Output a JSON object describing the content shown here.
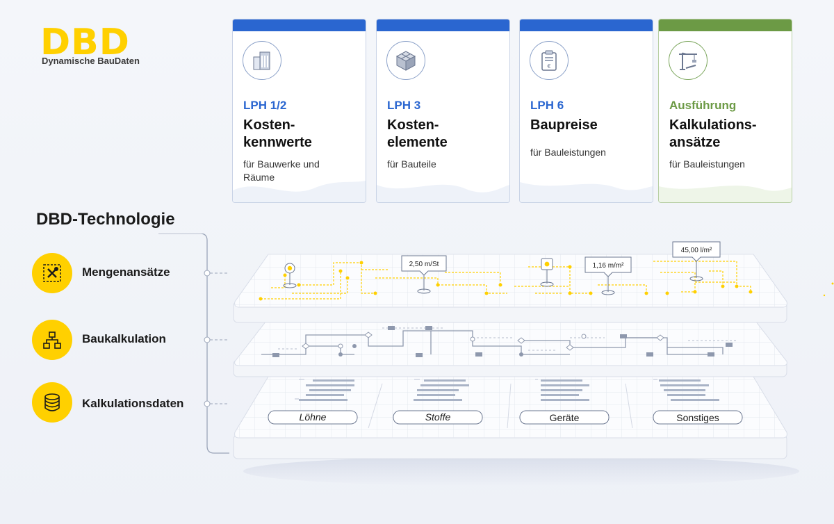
{
  "logo": {
    "mark": "DBD",
    "subtitle": "Dynamische BauDaten"
  },
  "cards": [
    {
      "phase": "LPH 1/2",
      "title_line1": "Kosten-",
      "title_line2": "kennwerte",
      "desc_line1": "für Bauwerke und",
      "desc_line2": "Räume",
      "icon": "building-icon",
      "accent": "#2a66d0"
    },
    {
      "phase": "LPH 3",
      "title_line1": "Kosten-",
      "title_line2": "elemente",
      "desc_line1": "für Bauteile",
      "icon": "cube-grid-icon",
      "accent": "#2a66d0"
    },
    {
      "phase": "LPH 6",
      "title_line1": "Baupreise",
      "desc_line1": "für Bauleistungen",
      "icon": "clipboard-euro-icon",
      "accent": "#2a66d0"
    },
    {
      "phase": "Ausführung",
      "title_line1": "Kalkulations-",
      "title_line2": "ansätze",
      "desc_line1": "für Bauleistungen",
      "icon": "crane-icon",
      "accent": "#6c9a45"
    }
  ],
  "technology": {
    "title": "DBD-Technologie",
    "items": [
      {
        "label": "Mengenansätze",
        "icon": "tools-icon"
      },
      {
        "label": "Baukalkulation",
        "icon": "hierarchy-icon"
      },
      {
        "label": "Kalkulationsdaten",
        "icon": "database-icon"
      }
    ]
  },
  "layer_top": {
    "callouts": [
      "2,50 m/St",
      "1,16 m/m²",
      "45,00 l/m²"
    ]
  },
  "layer_bottom": {
    "columns": [
      "Löhne",
      "Stoffe",
      "Geräte",
      "Sonstiges"
    ]
  },
  "colors": {
    "yellow": "#ffd000",
    "blue": "#2a66d0",
    "green": "#6c9a45"
  }
}
